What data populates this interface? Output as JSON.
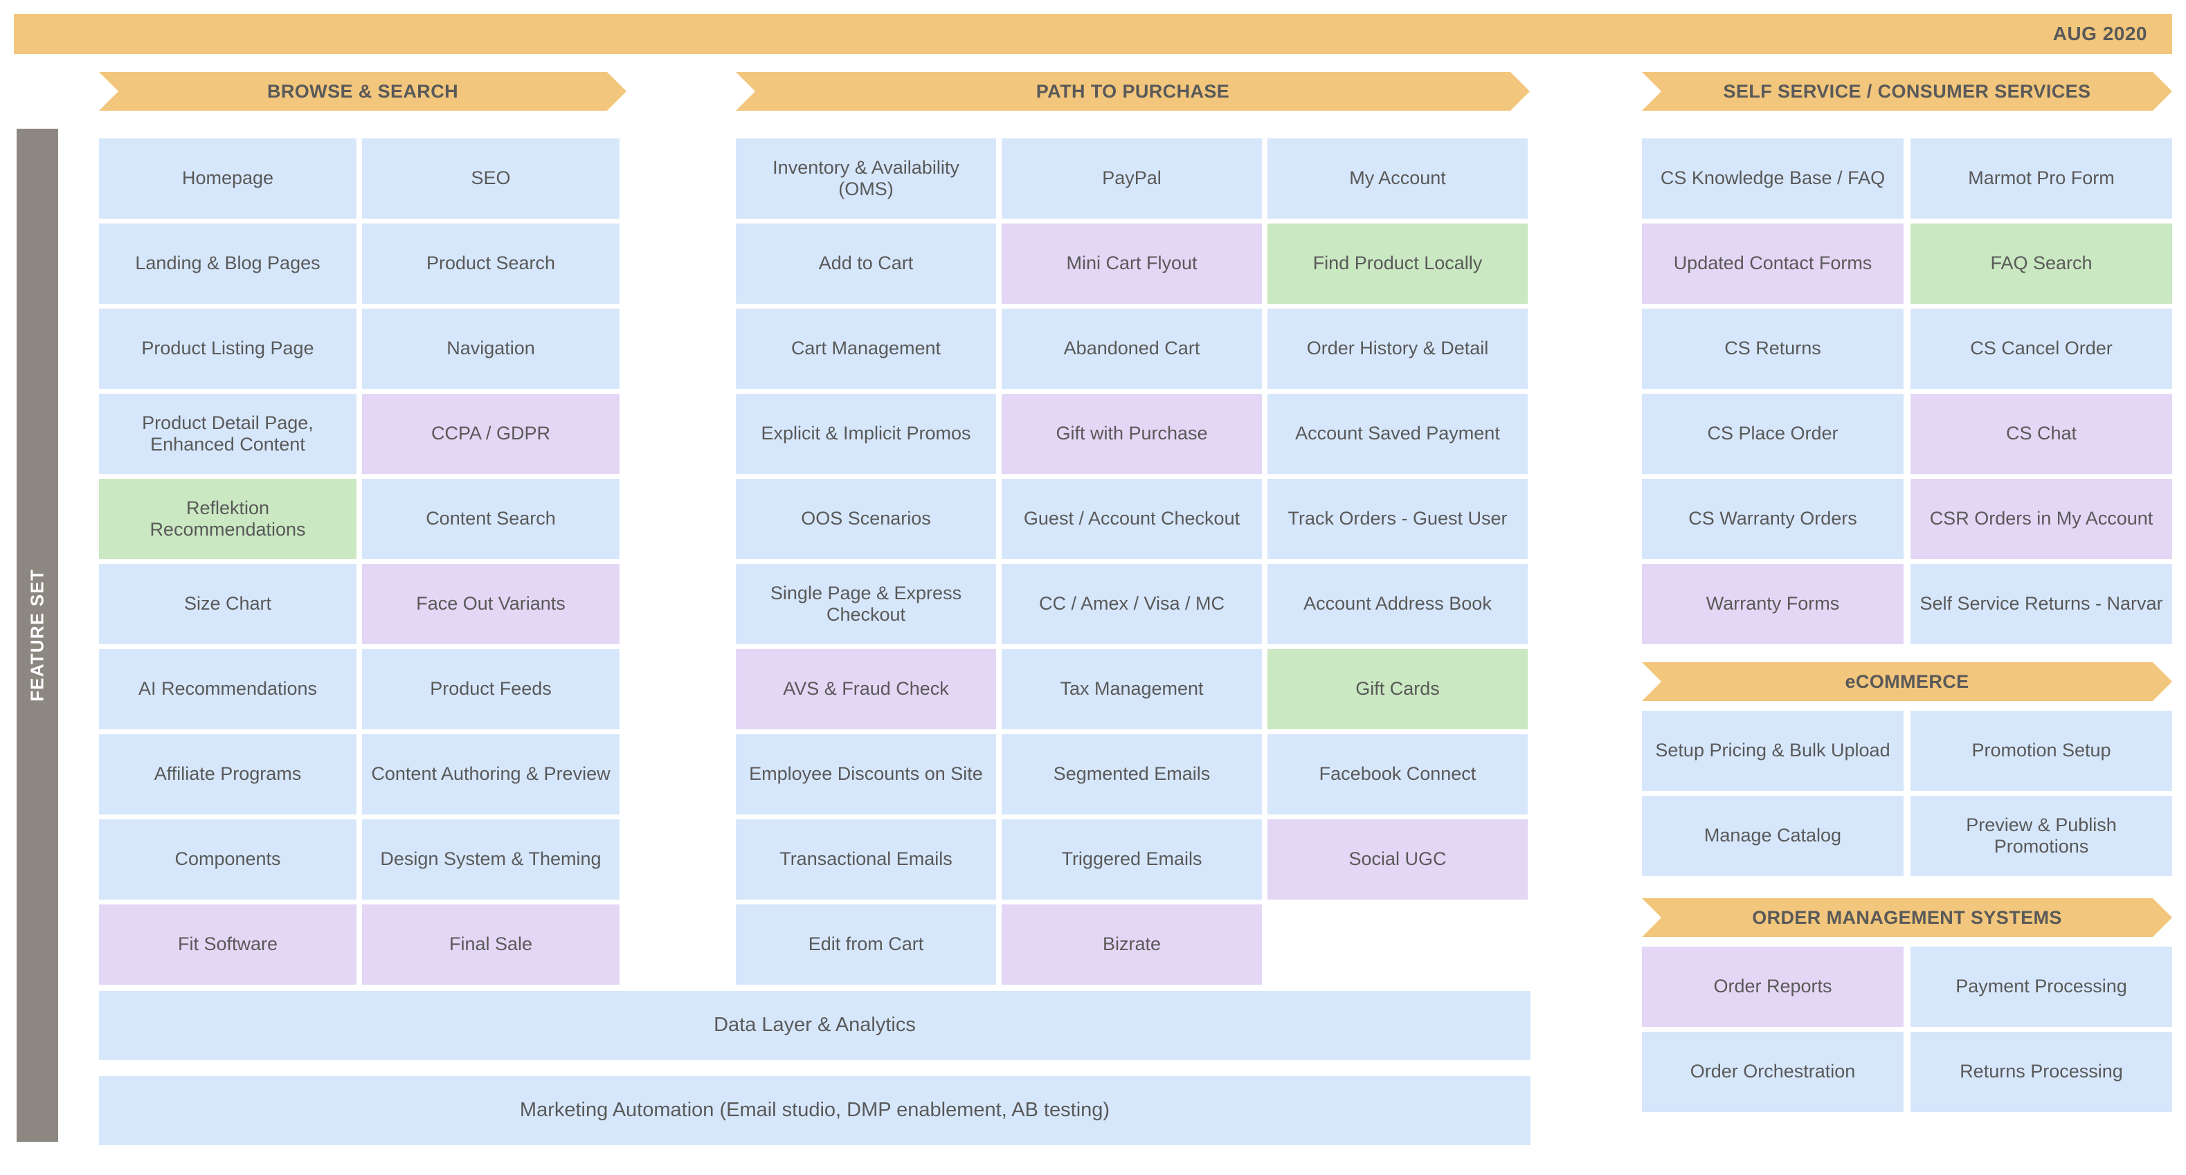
{
  "header": {
    "date": "AUG 2020"
  },
  "rail": {
    "label": "FEATURE SET"
  },
  "legend_colors": {
    "blue": "#D7E7FB",
    "purple": "#E4D7F5",
    "green": "#CAE8C2",
    "banner_orange": "#F2C67C",
    "rail_grey": "#8C8881",
    "text": "#595959"
  },
  "sections": [
    {
      "id": "browse-and-search",
      "title": "BROWSE & SEARCH",
      "columns": [
        [
          {
            "label": "Homepage",
            "color": "blue"
          },
          {
            "label": "Landing & Blog Pages",
            "color": "blue"
          },
          {
            "label": "Product Listing Page",
            "color": "blue"
          },
          {
            "label": "Product Detail Page, Enhanced Content",
            "color": "blue"
          },
          {
            "label": "Reflektion Recommendations",
            "color": "green"
          },
          {
            "label": "Size Chart",
            "color": "blue"
          },
          {
            "label": "AI Recommendations",
            "color": "blue"
          },
          {
            "label": "Affiliate Programs",
            "color": "blue"
          },
          {
            "label": "Components",
            "color": "blue"
          },
          {
            "label": "Fit Software",
            "color": "purple"
          }
        ],
        [
          {
            "label": "SEO",
            "color": "blue"
          },
          {
            "label": "Product Search",
            "color": "blue"
          },
          {
            "label": "Navigation",
            "color": "blue"
          },
          {
            "label": "CCPA / GDPR",
            "color": "purple"
          },
          {
            "label": "Content Search",
            "color": "blue"
          },
          {
            "label": "Face Out Variants",
            "color": "purple"
          },
          {
            "label": "Product Feeds",
            "color": "blue"
          },
          {
            "label": "Content Authoring & Preview",
            "color": "blue"
          },
          {
            "label": "Design System & Theming",
            "color": "blue"
          },
          {
            "label": "Final Sale",
            "color": "purple"
          }
        ]
      ]
    },
    {
      "id": "path-to-purchase",
      "title": "PATH TO PURCHASE",
      "columns": [
        [
          {
            "label": "Inventory & Availability (OMS)",
            "color": "blue"
          },
          {
            "label": "Add to Cart",
            "color": "blue"
          },
          {
            "label": "Cart Management",
            "color": "blue"
          },
          {
            "label": "Explicit & Implicit Promos",
            "color": "blue"
          },
          {
            "label": "OOS Scenarios",
            "color": "blue"
          },
          {
            "label": "Single Page & Express Checkout",
            "color": "blue"
          },
          {
            "label": "AVS & Fraud Check",
            "color": "purple"
          },
          {
            "label": "Employee Discounts on Site",
            "color": "blue"
          },
          {
            "label": "Transactional Emails",
            "color": "blue"
          },
          {
            "label": "Edit from Cart",
            "color": "blue"
          }
        ],
        [
          {
            "label": "PayPal",
            "color": "blue"
          },
          {
            "label": "Mini Cart Flyout",
            "color": "purple"
          },
          {
            "label": "Abandoned Cart",
            "color": "blue"
          },
          {
            "label": "Gift with Purchase",
            "color": "purple"
          },
          {
            "label": "Guest / Account Checkout",
            "color": "blue"
          },
          {
            "label": "CC / Amex / Visa / MC",
            "color": "blue"
          },
          {
            "label": "Tax Management",
            "color": "blue"
          },
          {
            "label": "Segmented Emails",
            "color": "blue"
          },
          {
            "label": "Triggered Emails",
            "color": "blue"
          },
          {
            "label": "Bizrate",
            "color": "purple"
          }
        ],
        [
          {
            "label": "My Account",
            "color": "blue"
          },
          {
            "label": "Find Product Locally",
            "color": "green"
          },
          {
            "label": "Order History & Detail",
            "color": "blue"
          },
          {
            "label": "Account Saved Payment",
            "color": "blue"
          },
          {
            "label": "Track Orders - Guest User",
            "color": "blue"
          },
          {
            "label": "Account Address Book",
            "color": "blue"
          },
          {
            "label": "Gift Cards",
            "color": "green"
          },
          {
            "label": "Facebook Connect",
            "color": "blue"
          },
          {
            "label": "Social UGC",
            "color": "purple"
          }
        ]
      ]
    },
    {
      "id": "self-service-consumer-services",
      "title": "SELF SERVICE / CONSUMER SERVICES",
      "columns": [
        [
          {
            "label": "CS Knowledge Base / FAQ",
            "color": "blue"
          },
          {
            "label": "Updated Contact Forms",
            "color": "purple"
          },
          {
            "label": "CS Returns",
            "color": "blue"
          },
          {
            "label": "CS Place Order",
            "color": "blue"
          },
          {
            "label": "CS Warranty Orders",
            "color": "blue"
          },
          {
            "label": "Warranty Forms",
            "color": "purple"
          }
        ],
        [
          {
            "label": "Marmot Pro Form",
            "color": "blue"
          },
          {
            "label": "FAQ Search",
            "color": "green"
          },
          {
            "label": "CS Cancel Order",
            "color": "blue"
          },
          {
            "label": "CS Chat",
            "color": "purple"
          },
          {
            "label": "CSR Orders in My Account",
            "color": "purple"
          },
          {
            "label": "Self Service Returns - Narvar",
            "color": "blue"
          }
        ]
      ]
    },
    {
      "id": "ecommerce",
      "title": "eCOMMERCE",
      "columns": [
        [
          {
            "label": "Setup Pricing & Bulk Upload",
            "color": "blue"
          },
          {
            "label": "Manage Catalog",
            "color": "blue"
          }
        ],
        [
          {
            "label": "Promotion Setup",
            "color": "blue"
          },
          {
            "label": "Preview & Publish Promotions",
            "color": "blue"
          }
        ]
      ]
    },
    {
      "id": "order-management-systems",
      "title": "ORDER MANAGEMENT SYSTEMS",
      "columns": [
        [
          {
            "label": "Order Reports",
            "color": "purple"
          },
          {
            "label": "Order Orchestration",
            "color": "blue"
          }
        ],
        [
          {
            "label": "Payment Processing",
            "color": "blue"
          },
          {
            "label": "Returns Processing",
            "color": "blue"
          }
        ]
      ]
    }
  ],
  "full_width_bars": [
    {
      "label": "Data Layer & Analytics",
      "color": "blue"
    },
    {
      "label": "Marketing Automation (Email studio, DMP enablement, AB testing)",
      "color": "blue"
    }
  ]
}
